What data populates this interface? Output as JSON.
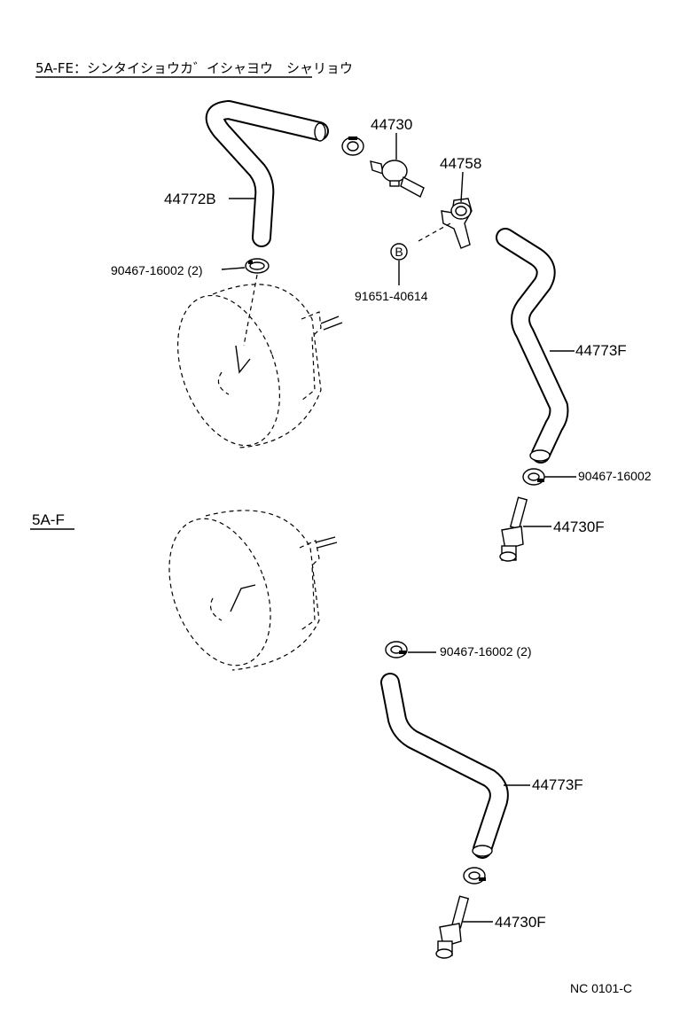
{
  "sections": {
    "top_title": "5A-FE：シンタイショウカ゛イシャヨウ　シャリョウ",
    "bottom_title": "5A-F"
  },
  "labels": {
    "hose_44772B": "44772B",
    "clamp_90467_16002_2_top": "90467-16002 (2)",
    "valve_44730": "44730",
    "bracket_44758": "44758",
    "bolt_marker": "B",
    "bolt_91651_40614": "91651-40614",
    "hose_44773F_upper": "44773F",
    "clamp_90467_16002_right": "90467-16002",
    "valve_44730F_upper": "44730F",
    "clamp_90467_16002_2_lower": "90467-16002 (2)",
    "hose_44773F_lower": "44773F",
    "valve_44730F_lower": "44730F"
  },
  "footer": {
    "code": "NC  0101-C"
  }
}
